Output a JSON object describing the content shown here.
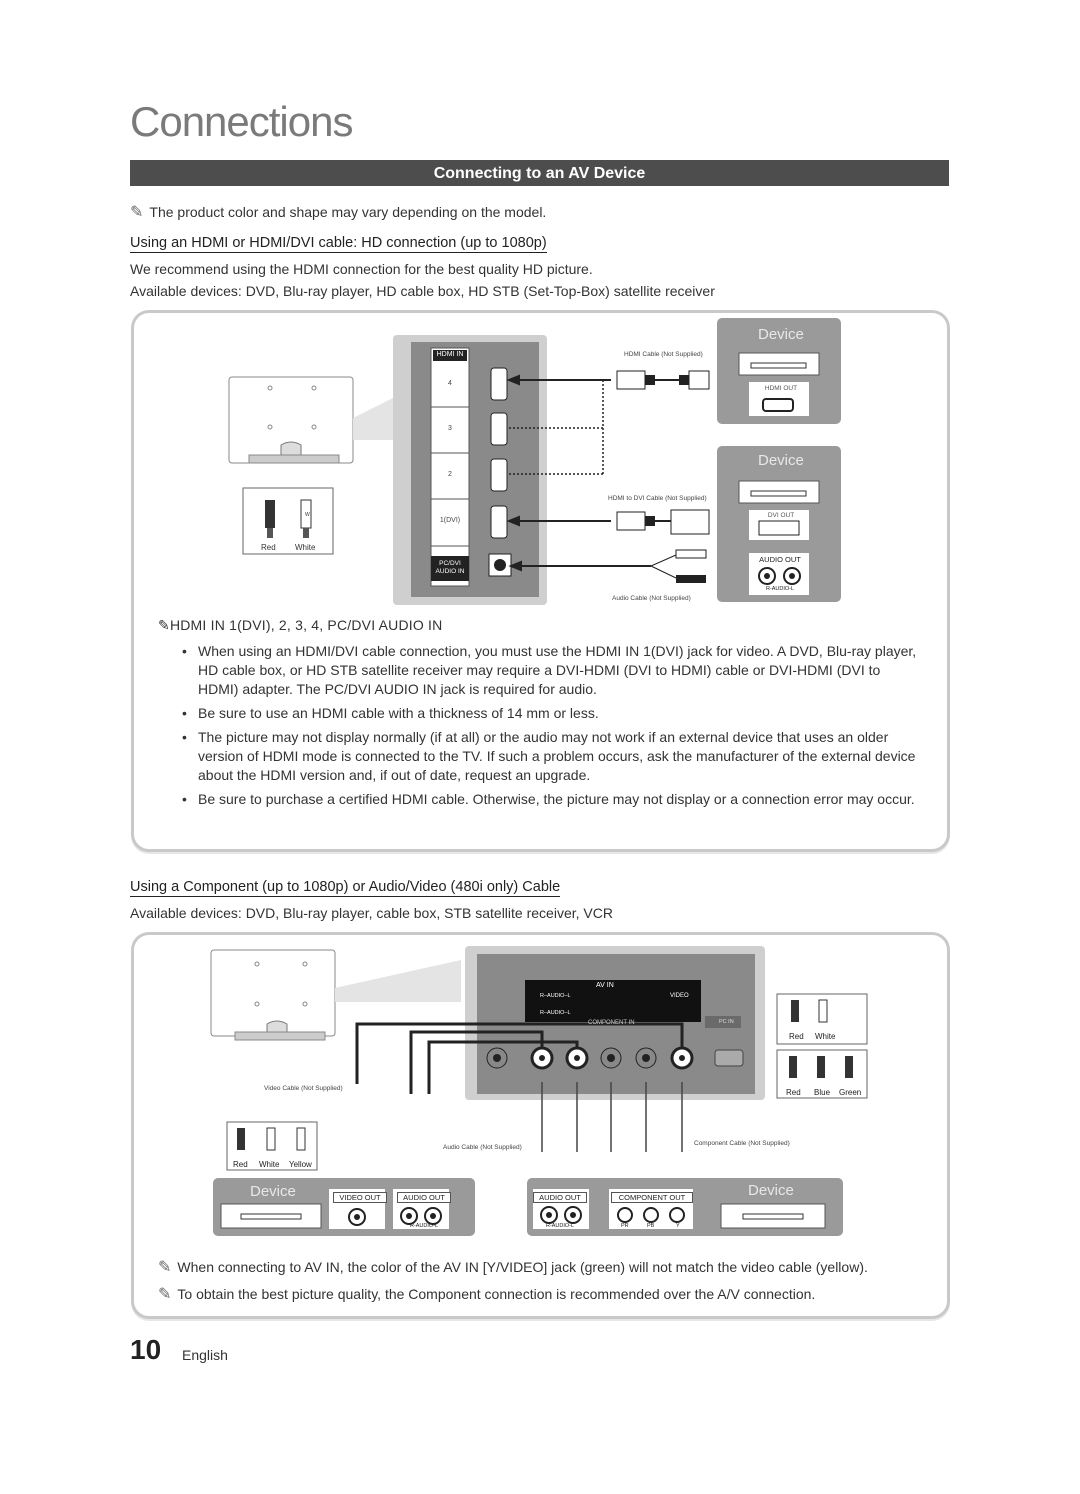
{
  "page": {
    "title": "Connections",
    "section_title": "Connecting to an AV Device",
    "note_product": "The product color and shape may vary depending on the model.",
    "page_number": "10",
    "language": "English"
  },
  "hdmi": {
    "heading": "Using an HDMI or HDMI/DVI cable: HD connection (up to 1080p)",
    "recommend": "We recommend using the HDMI connection for the best quality HD picture.",
    "devices": "Available devices: DVD, Blu-ray player, HD cable box, HD STB (Set-Top-Box) satellite receiver",
    "diagram": {
      "hdmi_in": "HDMI IN",
      "ports": [
        "4",
        "3",
        "2",
        "1(DVI)"
      ],
      "pc_dvi": "PC/DVI",
      "audio_in": "AUDIO IN",
      "device_label": "Device",
      "hdmi_cable": "HDMI Cable (Not Supplied)",
      "hdmi_dvi_cable": "HDMI to DVI Cable (Not Supplied)",
      "audio_cable": "Audio Cable (Not Supplied)",
      "hdmi_out": "HDMI OUT",
      "dvi_out": "DVI OUT",
      "audio_out": "AUDIO OUT",
      "r_audio_l": "R-AUDIO-L",
      "red": "Red",
      "white": "White"
    },
    "note_jacks": "HDMI IN 1(DVI), 2, 3, 4, PC/DVI AUDIO IN",
    "bullets": [
      "When using an HDMI/DVI cable connection, you must use the HDMI IN 1(DVI) jack for video. A DVD, Blu-ray player, HD cable box, or HD STB satellite receiver may require a DVI-HDMI (DVI to HDMI) cable or DVI-HDMI (DVI to HDMI) adapter. The PC/DVI AUDIO IN jack is required for audio.",
      "Be sure to use an HDMI cable with a thickness of 14 mm or less.",
      "The picture may not display normally (if at all) or the audio may not work if an external device that uses an older version of HDMI mode is connected to the TV. If such a problem occurs, ask the manufacturer of the external device about the HDMI version and, if out of date, request an upgrade.",
      "Be sure to purchase a certified HDMI cable. Otherwise, the picture may not display or a connection error may occur."
    ]
  },
  "component": {
    "heading": "Using a Component (up to 1080p) or Audio/Video (480i only) Cable",
    "devices": "Available devices: DVD, Blu-ray player, cable box, STB satellite receiver, VCR",
    "diagram": {
      "av_in": "AV IN",
      "r_audio_l": "R–AUDIO–L",
      "video": "VIDEO",
      "component_in": "COMPONENT IN",
      "pc_in": "PC IN",
      "video_cable": "Video Cable (Not Supplied)",
      "audio_cable": "Audio Cable (Not Supplied)",
      "component_cable": "Component Cable (Not Supplied)",
      "device_label": "Device",
      "video_out": "VIDEO OUT",
      "audio_out": "AUDIO OUT",
      "component_out": "COMPONENT OUT",
      "r_audio_l_small": "R-AUDIO-L",
      "pr": "PR",
      "pb": "PB",
      "y": "Y",
      "red": "Red",
      "white": "White",
      "yellow": "Yellow",
      "blue": "Blue",
      "green": "Green"
    },
    "note_av": "When connecting to AV IN, the color of the AV IN [Y/VIDEO] jack (green) will not match the video cable (yellow).",
    "note_quality": "To obtain the best picture quality, the Component connection is recommended over the A/V connection."
  }
}
